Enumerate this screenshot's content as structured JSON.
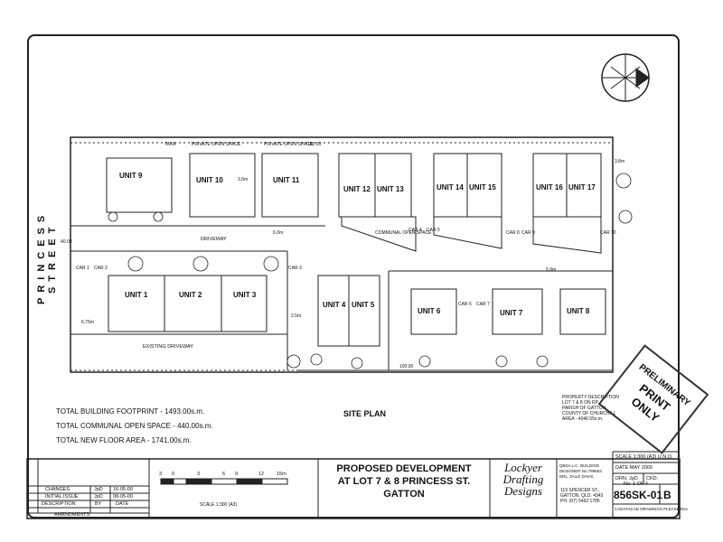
{
  "street": "PRINCESS STREET",
  "site_plan": "SITE PLAN",
  "units": [
    "UNIT 1",
    "UNIT 2",
    "UNIT 3",
    "UNIT 4",
    "UNIT 5",
    "UNIT 6",
    "UNIT 7",
    "UNIT 8",
    "UNIT 9",
    "UNIT 10",
    "UNIT 11",
    "UNIT 12",
    "UNIT 13",
    "UNIT 14",
    "UNIT 15",
    "UNIT 16",
    "UNIT 17"
  ],
  "labels": {
    "driveway": "DRIVEWAY",
    "existing_driveway": "EXISTING DRIVEWAY",
    "private_open_space": "PRIVATE OPEN SPACE",
    "communal_open_space": "COMMUNAL OPEN SPACE",
    "tank": "TANK",
    "dim_100": "100.00",
    "dim_675": "6.75m",
    "dim_6m": "6.0m",
    "dim_25m": "2.5m",
    "dim_36m": "3.6m",
    "dim_38m": "3.8m",
    "dim_59m": "5.9m",
    "dim_40": "40.00",
    "cars": [
      "CAR 1",
      "CAR 2",
      "CAR 3",
      "CAR 4",
      "CAR 5",
      "CAR 6",
      "CAR 7",
      "CAR 8",
      "CAR 9",
      "CAR 10"
    ]
  },
  "totals": [
    "TOTAL BUILDING FOOTPRINT - 1493.00s.m.",
    "TOTAL COMMUNAL OPEN SPACE - 440.00s.m.",
    "TOTAL NEW FLOOR AREA - 1741.00s.m."
  ],
  "stamp": [
    "PRELIMINARY",
    "PRINT",
    "ONLY"
  ],
  "property_description": [
    "PROPERTY DESCRIPTION",
    "LOT 7 & 8 ON RP",
    "PARISH OF GATTON",
    "COUNTY OF CHURCHILL",
    "AREA - 4046.55s.m."
  ],
  "changes_table": {
    "rows": [
      {
        "label": "CHANGES",
        "by": "JpD",
        "date": "16-05-00"
      },
      {
        "label": "INITIAL ISSUE",
        "by": "JpD",
        "date": "08-05-00"
      },
      {
        "label": "DESCRIPTION",
        "by": "BY",
        "date": "DATE"
      }
    ],
    "footer": "AMENDMENTS"
  },
  "scale_bar": {
    "ticks": [
      "3",
      "0",
      "3",
      "6",
      "9",
      "12",
      "15m"
    ],
    "label": "SCALE 1:300 (A3)"
  },
  "title": [
    "PROPOSED DEVELOPMENT",
    "AT LOT 7 & 8 PRINCESS ST.",
    "GATTON"
  ],
  "firm": {
    "name": [
      "Lockyer",
      "Drafting",
      "Designs"
    ],
    "details": [
      "QBSA L.C. BUILDING",
      "DESIGNER No.789663",
      "DRL. DALE DAVIS"
    ],
    "address": [
      "119 SPENCER ST.,",
      "GATTON, QLD. 4343",
      "PH. (07) 5462 1785"
    ]
  },
  "info": {
    "scale": "SCALE 1:300 (A3) U.N.O.",
    "date": "DATE MAY 2000",
    "drawn": "DRN. JpD",
    "checked": "CKD.",
    "sheet": "No. 1 OF 4",
    "drawing_no": "856SK-01",
    "revision": "B",
    "cad": "CADATACAD DRAWINGS PLEASE Rev"
  }
}
